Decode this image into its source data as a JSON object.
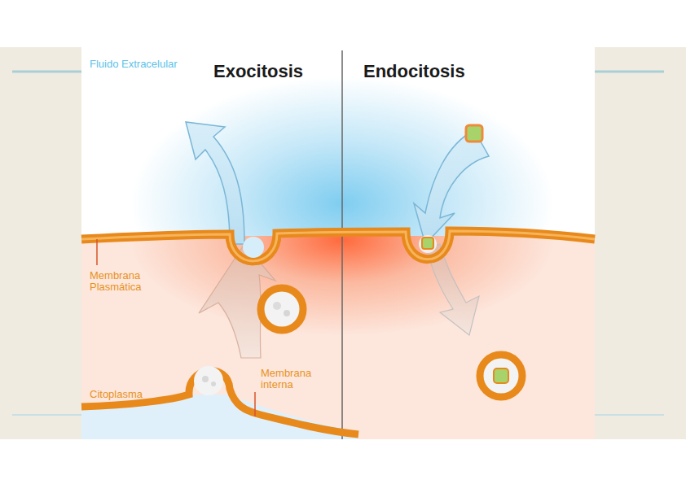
{
  "diagram": {
    "labels": [
      "Fluido Extracelular",
      "Exocitosis",
      "Endocitosis",
      "Membrana Plasmática",
      "Citoplasma",
      "Membrana interna"
    ]
  }
}
